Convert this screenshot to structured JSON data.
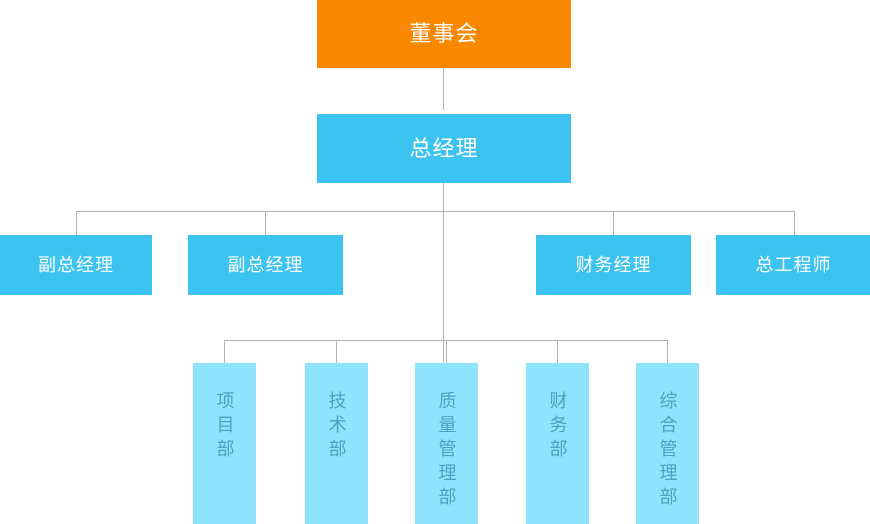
{
  "diagram": {
    "title_text": "",
    "colors": {
      "board": "#f98700",
      "manager": "#3dc3f0",
      "department": "#8fe3fd",
      "department_text": "#4aa3c4",
      "connector": "#b3b3b3",
      "box_text": "#ffffff",
      "background": "#ffffff"
    },
    "levels": [
      {
        "level": 1,
        "nodes": [
          {
            "id": "board",
            "label": "董事会",
            "style": "board",
            "orientation": "horizontal"
          }
        ]
      },
      {
        "level": 2,
        "nodes": [
          {
            "id": "general-manager",
            "label": "总经理",
            "style": "manager",
            "orientation": "horizontal"
          }
        ]
      },
      {
        "level": 3,
        "nodes": [
          {
            "id": "deputy-general-manager-1",
            "label": "副总经理",
            "style": "manager",
            "orientation": "horizontal"
          },
          {
            "id": "deputy-general-manager-2",
            "label": "副总经理",
            "style": "manager",
            "orientation": "horizontal"
          },
          {
            "id": "finance-manager",
            "label": "财务经理",
            "style": "manager",
            "orientation": "horizontal"
          },
          {
            "id": "chief-engineer",
            "label": "总工程师",
            "style": "manager",
            "orientation": "horizontal"
          }
        ]
      },
      {
        "level": 4,
        "nodes": [
          {
            "id": "project-department",
            "label": "项目部",
            "style": "department",
            "orientation": "vertical"
          },
          {
            "id": "technology-department",
            "label": "技术部",
            "style": "department",
            "orientation": "vertical"
          },
          {
            "id": "quality-management-department",
            "label": "质量管理部",
            "style": "department",
            "orientation": "vertical"
          },
          {
            "id": "finance-department",
            "label": "财务部",
            "style": "department",
            "orientation": "vertical"
          },
          {
            "id": "general-management-department",
            "label": "综合管理部",
            "style": "department",
            "orientation": "vertical"
          }
        ]
      }
    ]
  }
}
